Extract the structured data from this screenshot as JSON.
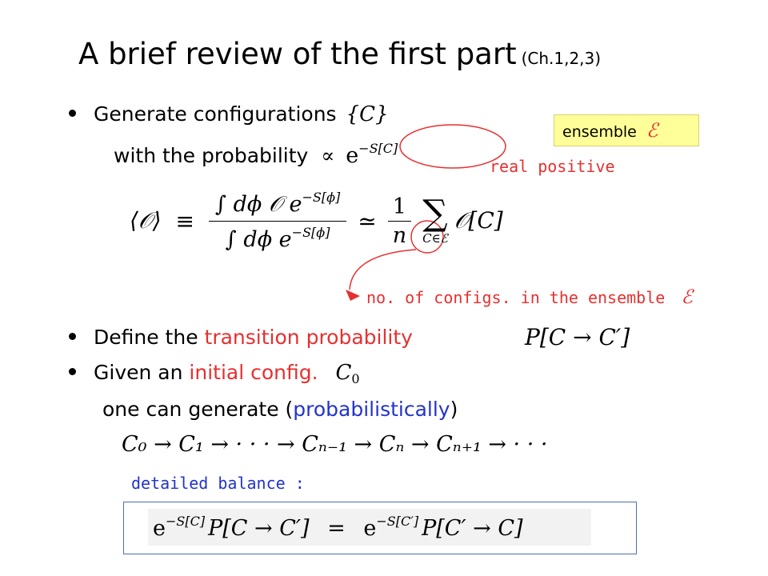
{
  "title": {
    "main": "A brief review of the first part",
    "sub": "(Ch.1,2,3)"
  },
  "bullet1": {
    "text": "Generate configurations",
    "math": "{C}"
  },
  "line2": {
    "text": "with the probability",
    "math_prop": "∝",
    "math_e": "e",
    "math_exp": "−S[C]"
  },
  "ensemble_box": {
    "label": "ensemble",
    "symbol": "ℰ"
  },
  "real_positive": "real positive",
  "expectation": {
    "lhs": "⟨𝒪⟩",
    "equiv": "≡",
    "num_int": "∫ dϕ 𝒪 e",
    "num_exp": "−S[ϕ]",
    "den_int": "∫ dϕ e",
    "den_exp": "−S[ϕ]",
    "approx": "≃",
    "one": "1",
    "n": "n",
    "sum": "∑",
    "sum_sub": "C∈ℰ",
    "term": "𝒪[C]"
  },
  "no_configs": {
    "text": "no. of configs. in the ensemble",
    "symbol": "ℰ"
  },
  "bullet3": {
    "prefix": "Define the ",
    "highlight": "transition probability",
    "math": "P[C → C′]"
  },
  "bullet4": {
    "prefix": "Given an ",
    "highlight": "initial config.",
    "math_c": "C",
    "math_sub": "0"
  },
  "line5": {
    "prefix": "one can generate (",
    "highlight": "probabilistically",
    "suffix": ")"
  },
  "chain": "C₀ → C₁ → · · · → Cₙ₋₁ → Cₙ → Cₙ₊₁ → · · ·",
  "detailed_balance_label": "detailed balance :",
  "balance": {
    "e1": "e",
    "exp1": "−S[C]",
    "p1": "P[C → C′]",
    "eq": "=",
    "e2": "e",
    "exp2": "−S[C′]",
    "p2": "P[C′ → C]"
  },
  "colors": {
    "red": "#e63030",
    "blue": "#2233cc",
    "box_yellow": "#ffff99",
    "box_border": "#4a6fb0"
  }
}
